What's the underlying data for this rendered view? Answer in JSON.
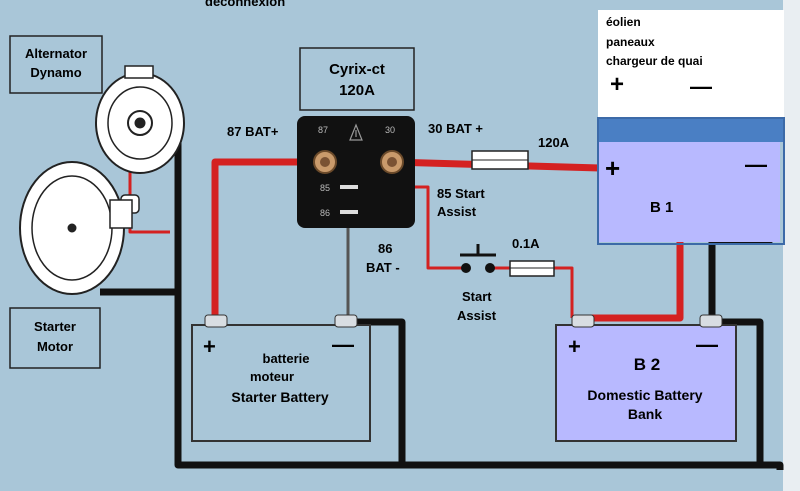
{
  "header": {
    "cut_text": "déconnexion"
  },
  "alternator": {
    "label_line1": "Alternator",
    "label_line2": "Dynamo"
  },
  "starter_motor": {
    "label_line1": "Starter",
    "label_line2": "Motor"
  },
  "relay": {
    "name": "Cyrix-ct",
    "rating": "120A",
    "terminal_87": "87",
    "terminal_30": "30",
    "terminal_85": "85",
    "terminal_86": "86"
  },
  "wire_labels": {
    "bat_plus_87": "87 BAT+",
    "bat_plus_30": "30 BAT +",
    "fuse_120": "120A",
    "start_assist_85_line1": "85 Start",
    "start_assist_85_line2": "Assist",
    "bat_minus_86_line1": "86",
    "bat_minus_86_line2": "BAT -",
    "fuse_01": "0.1A",
    "switch_line1": "Start",
    "switch_line2": "Assist"
  },
  "sources_box": {
    "line1": "éolien",
    "line2": "paneaux",
    "line3": "chargeur de quai",
    "plus": "+",
    "minus": "—"
  },
  "battery_b1": {
    "name": "B 1",
    "plus": "+",
    "minus": "—"
  },
  "starter_battery": {
    "plus": "+",
    "minus": "—",
    "line1": "batterie",
    "line2": "moteur",
    "line3": "Starter Battery"
  },
  "battery_b2": {
    "plus": "+",
    "minus": "—",
    "name": "B 2",
    "line1": "Domestic Battery",
    "line2": "Bank"
  },
  "colors": {
    "background": "#a9c6d8",
    "red_wire": "#d42121",
    "black_wire": "#111111",
    "battery_fill": "#b8b9ff"
  }
}
